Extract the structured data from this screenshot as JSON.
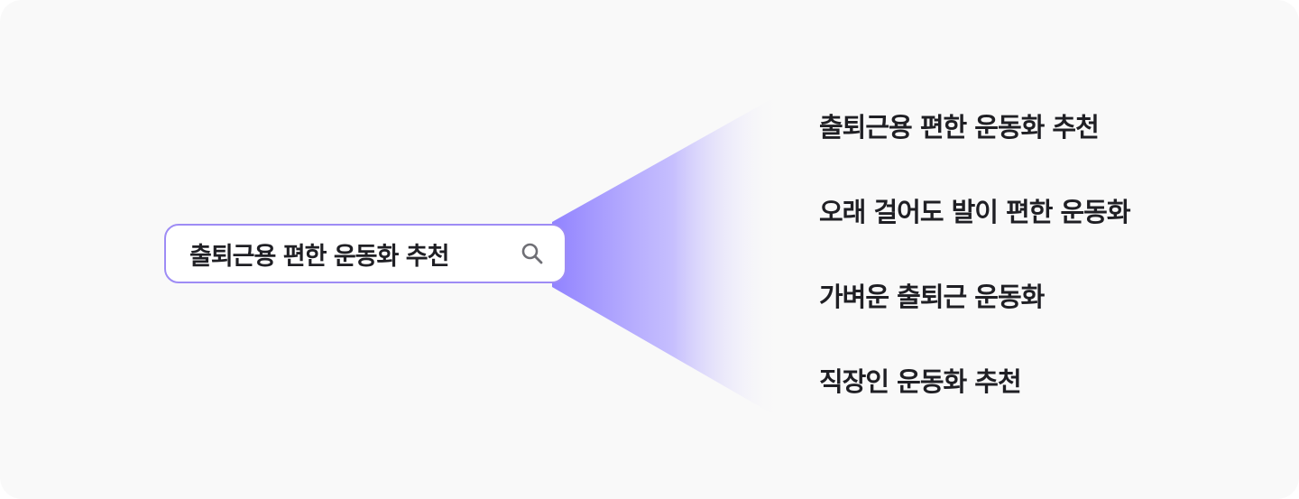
{
  "search": {
    "query": "출퇴근용 편한 운동화 추천",
    "icon": "search-icon"
  },
  "suggestions": [
    {
      "label": "출퇴근용 편한 운동화 추천"
    },
    {
      "label": "오래 걸어도 발이 편한 운동화"
    },
    {
      "label": "가벼운 출퇴근 운동화"
    },
    {
      "label": "직장인 운동화 추천"
    }
  ],
  "colors": {
    "accent": "#8b7cff",
    "border": "#9e8cf5",
    "background": "#f9f9f9",
    "text": "#1f1f24",
    "icon": "#6f6f75"
  }
}
